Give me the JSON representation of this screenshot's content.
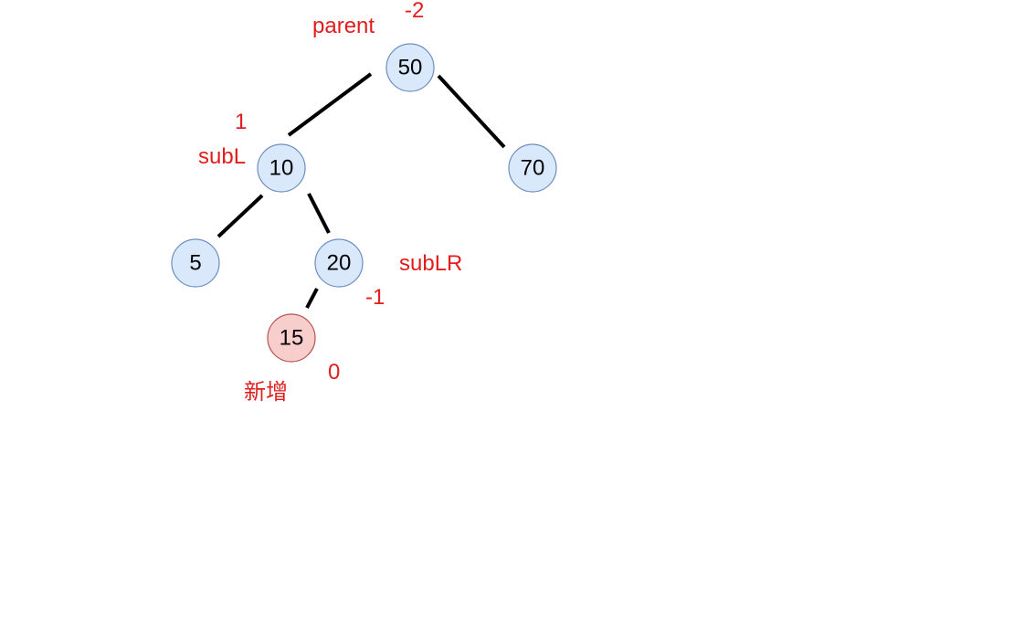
{
  "colors": {
    "node_fill": "#dae8fc",
    "node_stroke": "#6c8ebf",
    "new_node_fill": "#f8cecc",
    "new_node_stroke": "#b85450",
    "edge": "#000000",
    "annotation": "#e01e1e"
  },
  "nodes": {
    "n50": "50",
    "n70": "70",
    "n10": "10",
    "n5": "5",
    "n20": "20",
    "n15": "15"
  },
  "annotations": {
    "parent_label": "parent",
    "parent_balance": "-2",
    "subl_label": "subL",
    "subl_balance": "1",
    "sublr_label": "subLR",
    "sublr_balance": "-1",
    "new_label": "新增",
    "new_balance": "0"
  }
}
